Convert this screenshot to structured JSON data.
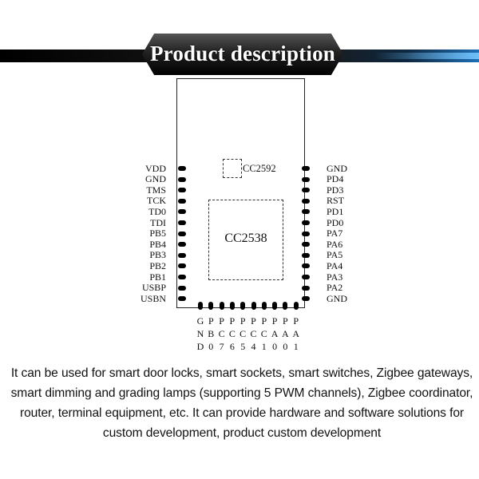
{
  "banner": {
    "title": "Product description"
  },
  "diagram": {
    "main_chip": "CC2538",
    "secondary_chip": "CC2592",
    "left_pins": [
      "VDD",
      "GND",
      "TMS",
      "TCK",
      "TD0",
      "TDI",
      "PB5",
      "PB4",
      "PB3",
      "PB2",
      "PB1",
      "USBP",
      "USBN"
    ],
    "right_pins": [
      "GND",
      "PD4",
      "PD3",
      "RST",
      "PD1",
      "PD0",
      "PA7",
      "PA6",
      "PA5",
      "PA4",
      "PA3",
      "PA2",
      "GND"
    ],
    "bottom_pins": [
      {
        "top": "G",
        "mid": "N",
        "bot": "D"
      },
      {
        "top": "P",
        "mid": "B",
        "bot": "0"
      },
      {
        "top": "P",
        "mid": "C",
        "bot": "7"
      },
      {
        "top": "P",
        "mid": "C",
        "bot": "6"
      },
      {
        "top": "P",
        "mid": "C",
        "bot": "5"
      },
      {
        "top": "P",
        "mid": "C",
        "bot": "4"
      },
      {
        "top": "P",
        "mid": "C",
        "bot": "1"
      },
      {
        "top": "P",
        "mid": "A",
        "bot": "0"
      },
      {
        "top": "P",
        "mid": "A",
        "bot": "0"
      },
      {
        "top": "P",
        "mid": "A",
        "bot": "1"
      }
    ]
  },
  "description": "It can be used for smart door locks, smart sockets, smart switches, Zigbee gateways, smart dimming and grading lamps (supporting 5 PWM channels), Zigbee coordinator, router, terminal equipment, etc. It can provide hardware and software solutions for custom development, product custom development"
}
